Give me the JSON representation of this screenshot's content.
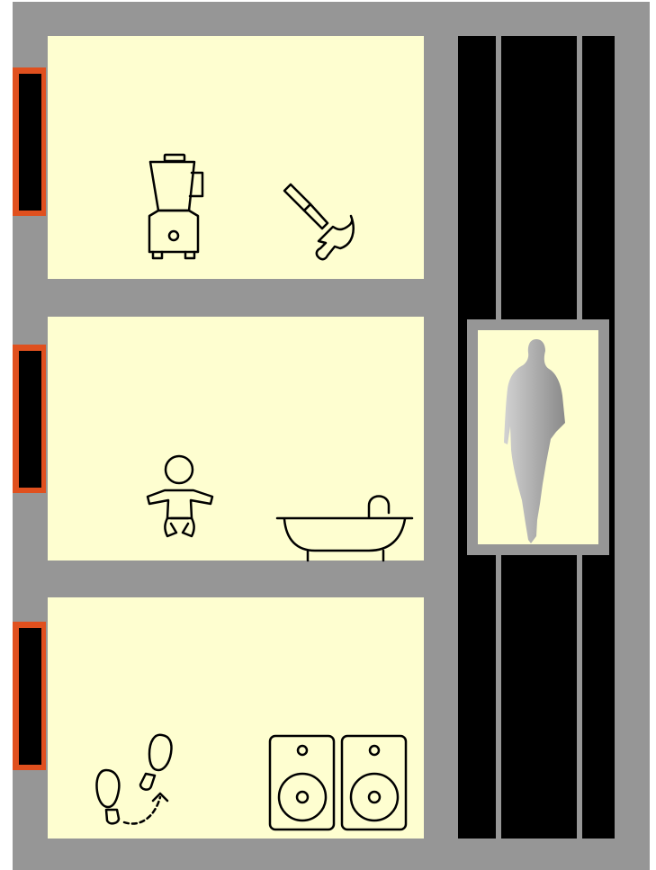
{
  "colors": {
    "background": "#ffffff",
    "wall": "#969696",
    "room_fill": "#fefed0",
    "window_frame": "#e0501e",
    "window_glass": "#000000",
    "shaft": "#000000",
    "rail": "#969696",
    "cabin_frame": "#969696",
    "cabin_fill": "#fefed0",
    "icon_stroke": "#000000",
    "person_light": "#cfcfcf",
    "person_dark": "#8a8a8a"
  },
  "building": {
    "floors": [
      {
        "id": "top",
        "items": [
          "blender-icon",
          "hammer-icon"
        ]
      },
      {
        "id": "middle",
        "items": [
          "baby-icon",
          "bathtub-icon"
        ]
      },
      {
        "id": "bottom",
        "items": [
          "footsteps-icon",
          "speakers-icon"
        ]
      }
    ],
    "elevator": {
      "occupant": "person-silhouette",
      "floor_position": "middle"
    }
  }
}
